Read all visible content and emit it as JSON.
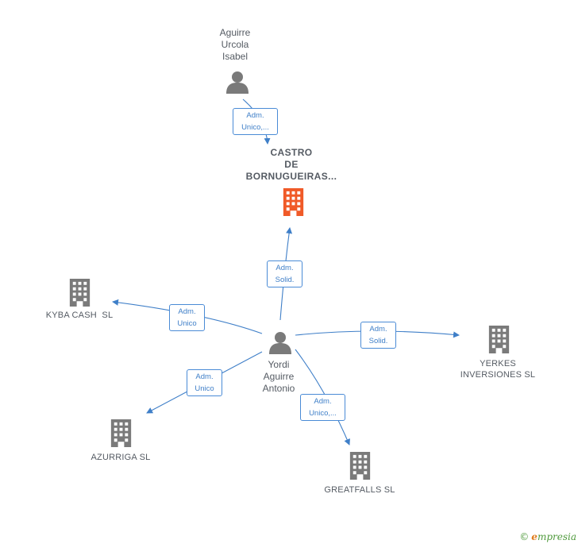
{
  "nodes": {
    "aguirre_isabel": {
      "lines": [
        "Aguirre",
        "Urcola",
        "Isabel"
      ],
      "icon": "person-icon"
    },
    "castro": {
      "lines": [
        "CASTRO",
        "DE",
        "BORNUGUEIRAS..."
      ],
      "icon": "building-icon",
      "color": "#f05a28"
    },
    "yordi": {
      "lines": [
        "Yordi",
        "Aguirre",
        "Antonio"
      ],
      "icon": "person-icon"
    },
    "kyba": {
      "label": "KYBA CASH  SL",
      "icon": "building-icon"
    },
    "yerkes": {
      "lines": [
        "YERKES",
        "INVERSIONES SL"
      ],
      "icon": "building-icon"
    },
    "azurriga": {
      "label": "AZURRIGA SL",
      "icon": "building-icon"
    },
    "greatfalls": {
      "label": "GREATFALLS SL",
      "icon": "building-icon"
    }
  },
  "edges": {
    "isabel_castro": [
      "Adm.",
      "Unico,..."
    ],
    "yordi_castro": [
      "Adm.",
      "Solid."
    ],
    "yordi_kyba": [
      "Adm.",
      "Unico"
    ],
    "yordi_yerkes": [
      "Adm.",
      "Solid."
    ],
    "yordi_azurriga": [
      "Adm.",
      "Unico"
    ],
    "yordi_greatfalls": [
      "Adm.",
      "Unico,..."
    ]
  },
  "colors": {
    "edge": "#3f7fc8",
    "node_gray": "#7a7a7a",
    "center": "#f05a28"
  },
  "brand": {
    "copyright": "©",
    "initial": "e",
    "name": "mpresia"
  }
}
